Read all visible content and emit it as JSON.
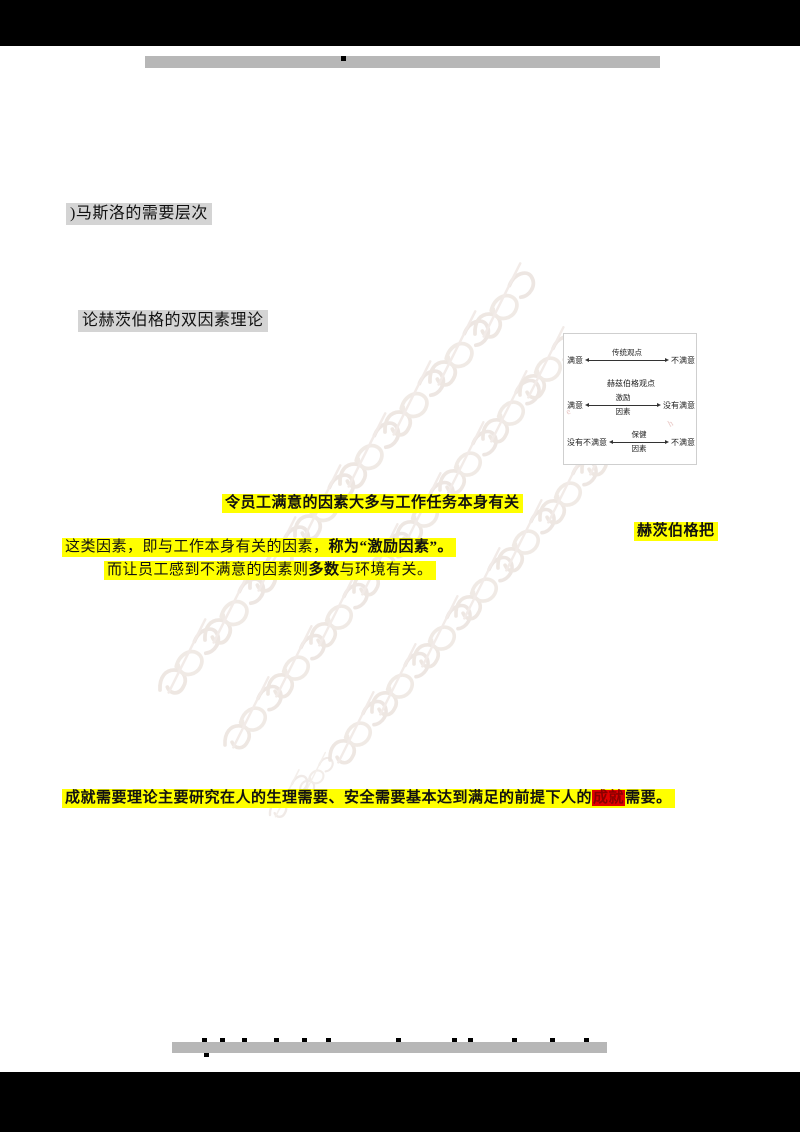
{
  "document": {
    "page_background": "#ffffff",
    "bleed_color": "#000000",
    "redaction_color": "#b7b7b7",
    "highlight_yellow": "#ffff00",
    "highlight_gray": "#d4d4d4",
    "highlight_red": "#e00000"
  },
  "header": {
    "redacted": true,
    "label": ""
  },
  "footer": {
    "redacted": true,
    "label": ""
  },
  "body": {
    "maslow_heading": ")马斯洛的需要层次",
    "herzberg_heading": "论赫茨伯格的双因素理论",
    "highlight_line_1": "令员工满意的因素大多与工作任务本身有关",
    "highlight_line_2_a": "这类因素，即与工作本身有关的因素，",
    "highlight_line_2_b": "称为",
    "highlight_line_2_c": "“激励因素”。",
    "highlight_line_3_a": "而让员工感到不满意的因素则",
    "highlight_line_3_b": "多数",
    "highlight_line_3_c": "与环境有关。",
    "highlight_right": "赫茨伯格把",
    "highlight_bottom_a": "成就需要理论主要研究在人的生理",
    "highlight_bottom_b": "需要",
    "highlight_bottom_c": "、安全需要基本达到满足的前提下人的",
    "highlight_bottom_redacted": "成就",
    "highlight_bottom_d": "需要。"
  },
  "diagram": {
    "title": "赫兹伯格观点",
    "rows": [
      {
        "left": "满意",
        "over": "传统观点",
        "under": "",
        "right": "不满意"
      },
      {
        "left": "满意",
        "over": "激励",
        "under": "因素",
        "right": "没有满意"
      },
      {
        "left": "没有不满意",
        "over": "保健",
        "under": "因素",
        "right": "不满意"
      }
    ]
  }
}
